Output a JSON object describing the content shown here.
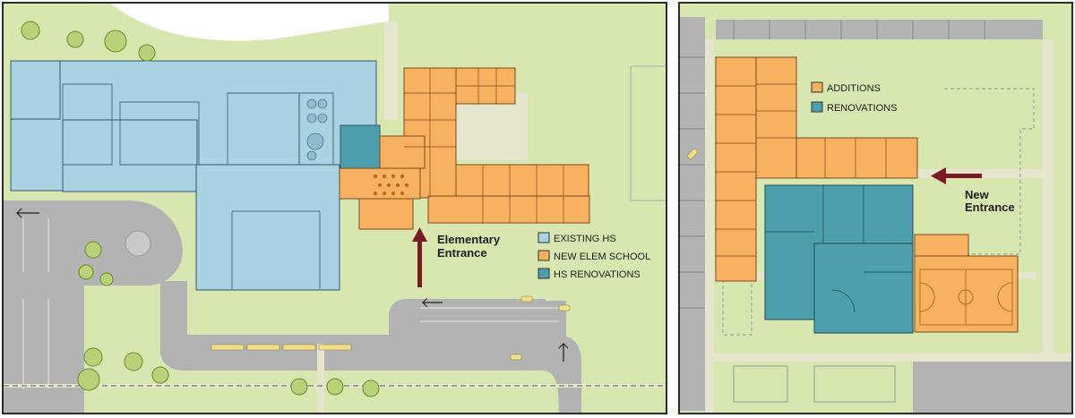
{
  "colors": {
    "grass": "#d8e6b0",
    "road": "#b3b3b3",
    "walk": "#e6e6cf",
    "existing_hs": "#a9d2e2",
    "new_elem": "#f7b160",
    "renovation": "#4e9fae",
    "entrance_arrow": "#7a1a24",
    "tree": "#b9d27a",
    "car": "#efe08c"
  },
  "left_map": {
    "legend": [
      {
        "label": "EXISTING HS",
        "color": "#a9d2e2"
      },
      {
        "label": "NEW ELEM SCHOOL",
        "color": "#f7b160"
      },
      {
        "label": "HS RENOVATIONS",
        "color": "#4e9fae"
      }
    ],
    "entrance_label_line1": "Elementary",
    "entrance_label_line2": "Entrance"
  },
  "right_map": {
    "legend": [
      {
        "label": "ADDITIONS",
        "color": "#f7b160"
      },
      {
        "label": "RENOVATIONS",
        "color": "#4e9fae"
      }
    ],
    "entrance_label_line1": "New",
    "entrance_label_line2": "Entrance"
  }
}
